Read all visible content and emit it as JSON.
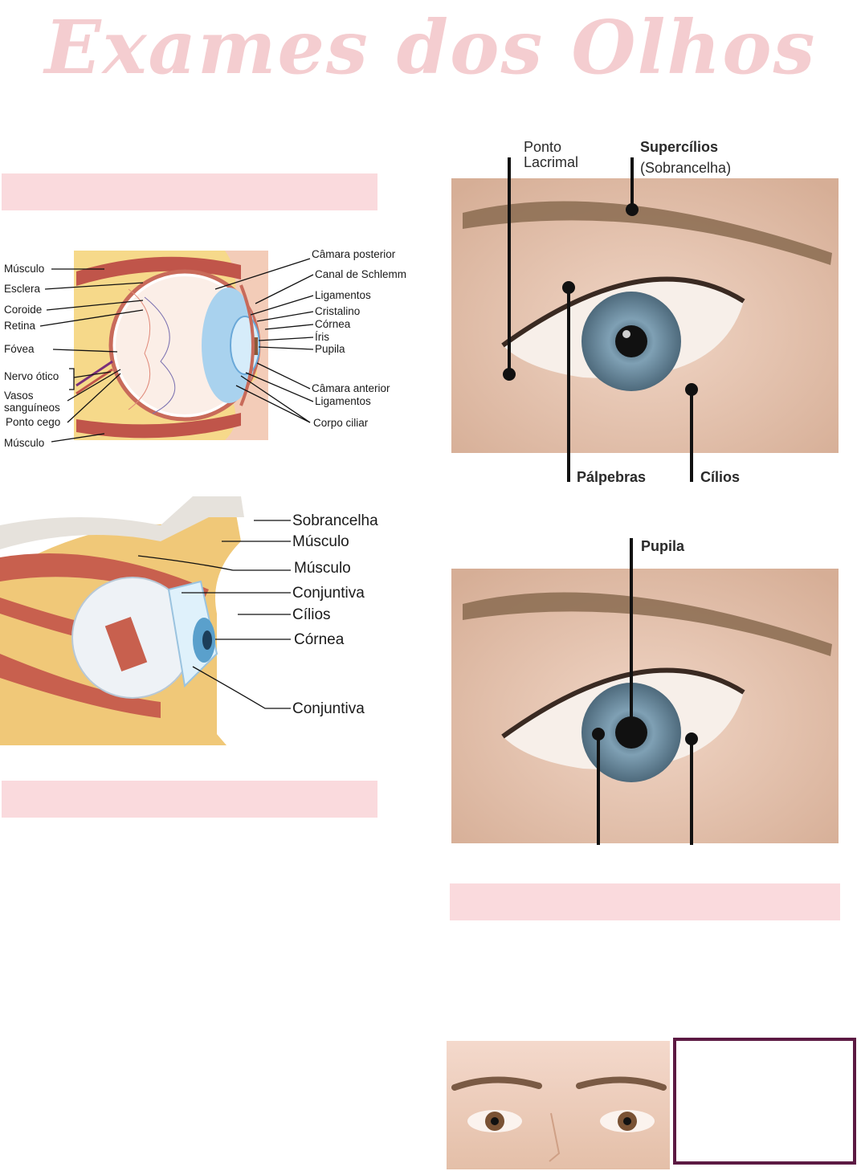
{
  "title": "Exames dos Olhos",
  "colors": {
    "title": "#f4cdd0",
    "bar": "#fadadd",
    "box_border": "#5c1a43"
  },
  "diagram1": {
    "left_labels": [
      "Músculo",
      "Esclera",
      "Coroide",
      "Retina",
      "Fóvea",
      "Nervo ótico",
      "Vasos",
      "sanguíneos",
      "Ponto cego",
      "Músculo"
    ],
    "right_labels": [
      "Câmara posterior",
      "Canal de Schlemm",
      "Ligamentos",
      "Cristalino",
      "Córnea",
      "Íris",
      "Pupila",
      "Câmara anterior",
      "Ligamentos",
      "Corpo ciliar"
    ]
  },
  "diagram2": {
    "labels": [
      "Sobrancelha",
      "Músculo",
      "Músculo",
      "Conjuntiva",
      "Cílios",
      "Córnea",
      "Conjuntiva"
    ]
  },
  "photo1": {
    "labels": {
      "ponto_line1": "Ponto",
      "ponto_line2": "Lacrimal",
      "supercilios": "Supercílios",
      "sobrancelha": "(Sobrancelha)",
      "palpebras": "Pálpebras",
      "cilios": "Cílios"
    }
  },
  "photo2": {
    "labels": {
      "pupila": "Pupila"
    }
  }
}
